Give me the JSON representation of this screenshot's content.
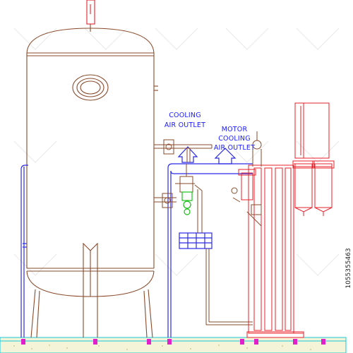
{
  "labels": {
    "cooling_air_outlet": [
      "COOLING",
      "AIR OUTLET"
    ],
    "motor_cooling_air_outlet": [
      "MOTOR",
      "COOLING",
      "AIR OUTLET"
    ]
  },
  "stock_id": "1055355463",
  "colors": {
    "tank": "#8a4a2a",
    "blue": "#2a2ae8",
    "red": "#e8202a",
    "green": "#18c218",
    "magenta": "#e020c8",
    "cyan": "#19c8d8",
    "label": "#1a1aff"
  }
}
